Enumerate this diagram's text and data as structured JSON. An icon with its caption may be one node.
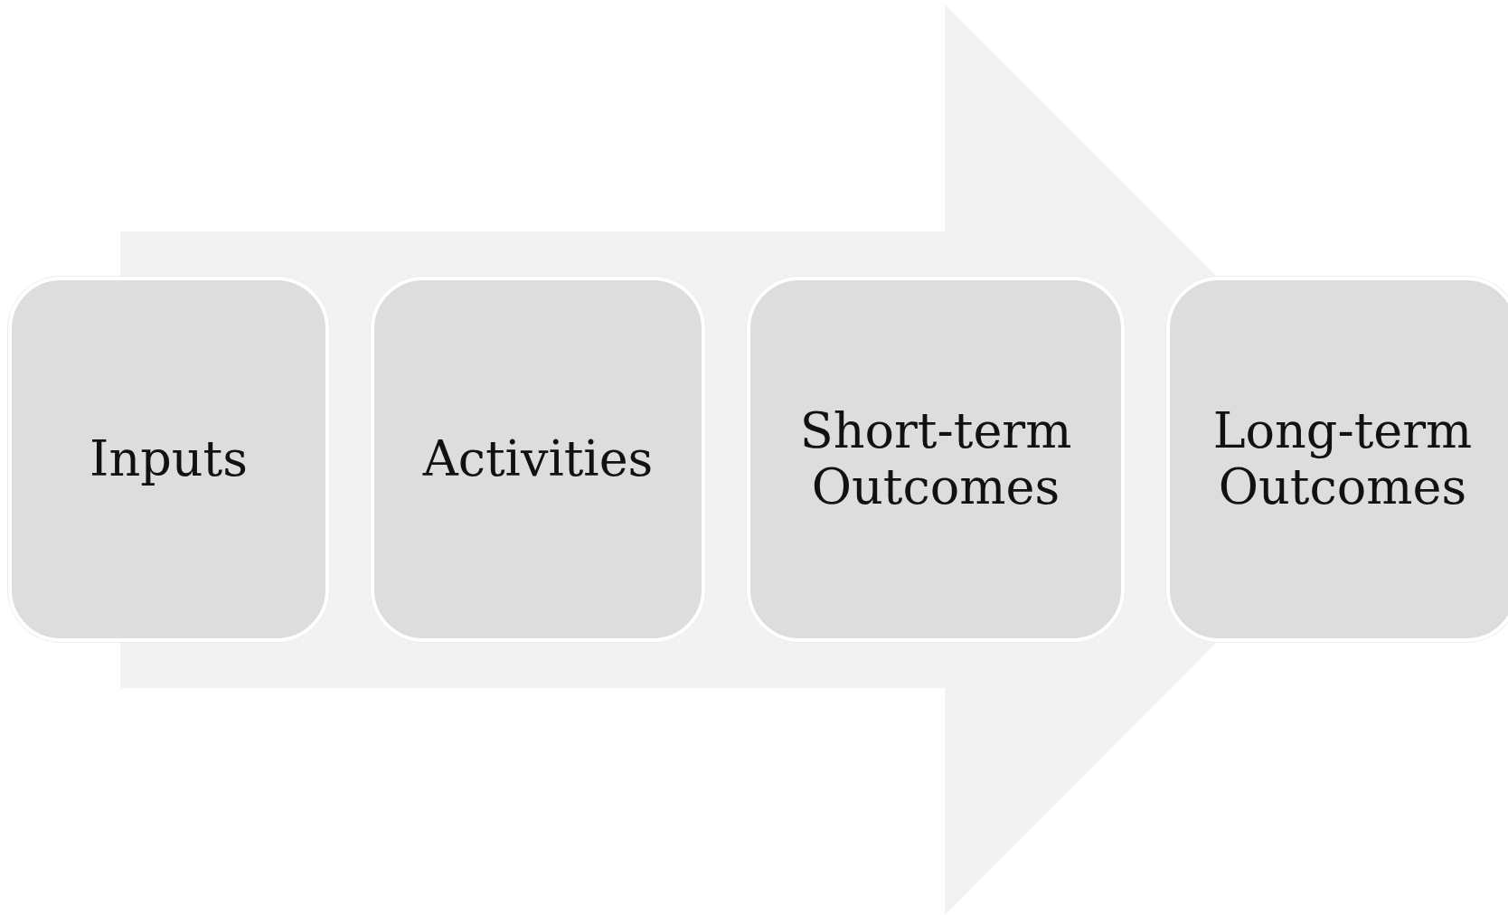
{
  "diagram": {
    "nodes": [
      {
        "text": [
          "Inputs"
        ]
      },
      {
        "text": [
          "Activities"
        ]
      },
      {
        "text": [
          "Short-term Outcomes"
        ]
      },
      {
        "text": [
          "Long-term Outcomes"
        ]
      }
    ],
    "edges": [
      {
        "from": 0,
        "to": 3,
        "arrow": "to"
      }
    ]
  }
}
